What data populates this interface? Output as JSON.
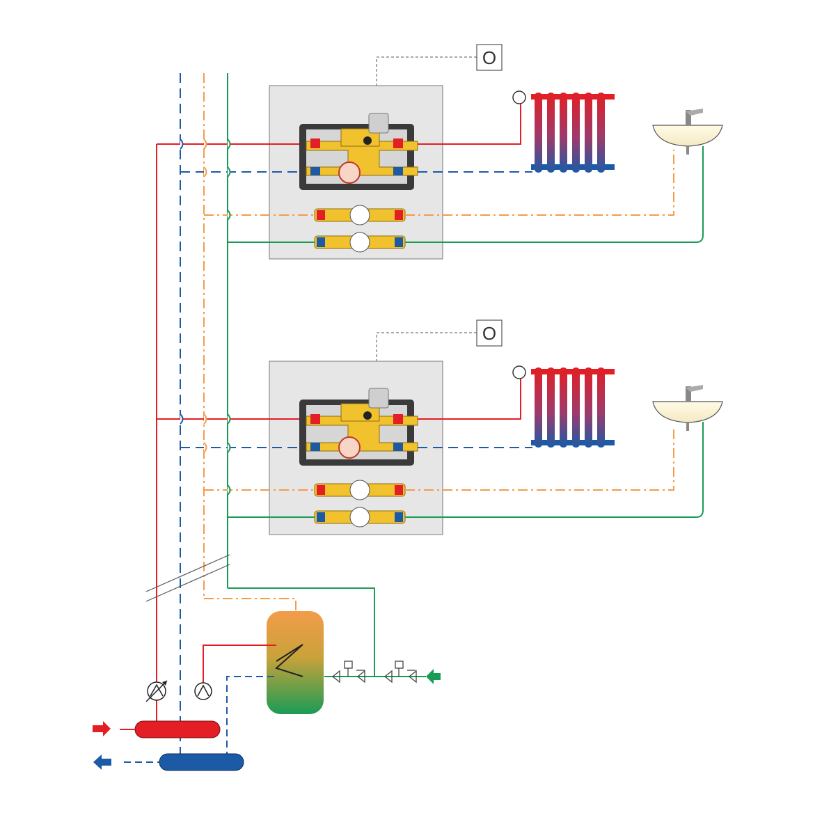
{
  "colors": {
    "heating_flow": "#e31e24",
    "heating_return": "#1c5aa6",
    "dhw": "#f39c4a",
    "cold_water": "#1a9b55",
    "box_bg": "#e6e6e6",
    "brass": "#f2c12e",
    "dark": "#3a3a3a"
  },
  "thermostats": [
    {
      "label": "O"
    },
    {
      "label": "O"
    }
  ],
  "icons": {
    "radiator": "radiator-icon",
    "sink": "washbasin-icon",
    "thermostat": "room-thermostat-icon",
    "tank": "dhw-storage-tank-icon",
    "pump": "circulation-pump-icon",
    "variable_pump": "variable-speed-pump-icon",
    "check_valve": "check-valve-icon",
    "header_flow": "flow-header-icon",
    "header_return": "return-header-icon",
    "arrow_in": "arrow-in-icon",
    "arrow_out": "arrow-out-icon",
    "arrow_cold": "cold-water-inlet-arrow-icon"
  },
  "satellite_units": [
    {
      "name": "upper-unit"
    },
    {
      "name": "lower-unit"
    }
  ]
}
